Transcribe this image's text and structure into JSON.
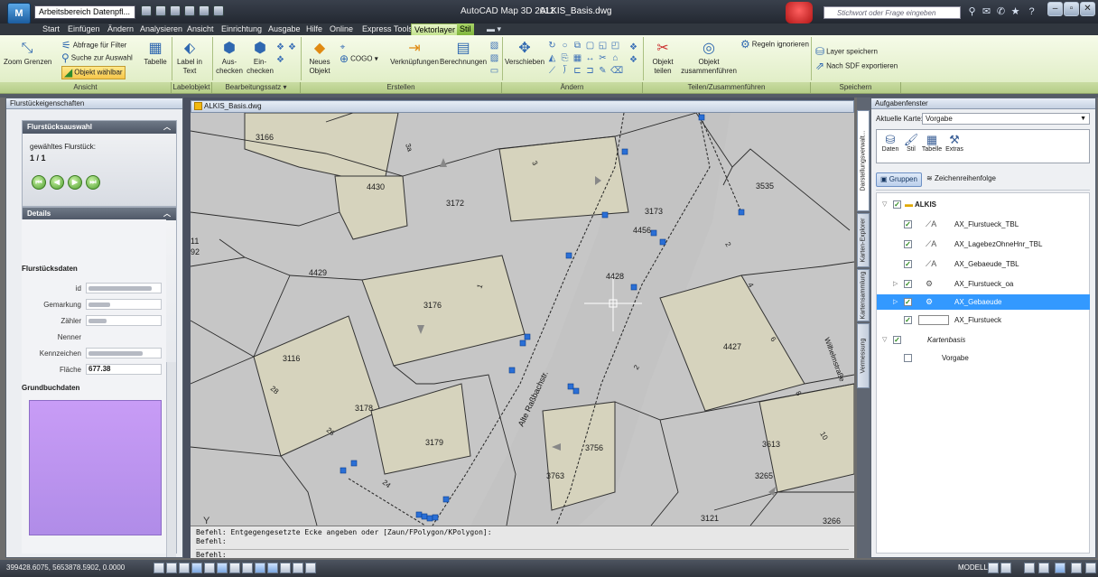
{
  "titlebar": {
    "app_logo": "M",
    "workspace": "Arbeitsbereich Datenpfl...",
    "app_title": "AutoCAD Map 3D 2012",
    "doc_title": "ALKIS_Basis.dwg",
    "search_placeholder": "Stichwort oder Frage eingeben"
  },
  "menu_tabs": [
    "Start",
    "Einfügen",
    "Ändern",
    "Analysieren",
    "Ansicht",
    "Einrichtung",
    "Ausgabe",
    "Hilfe",
    "Online",
    "Express Tools",
    "Vektorlayer",
    "Stil"
  ],
  "ribbon": {
    "ansicht": {
      "zoom": "Zoom Grenzen",
      "filter": "Abfrage für Filter",
      "search": "Suche zur Auswahl",
      "selectable": "Objekt wählbar",
      "table": "Tabelle",
      "group": "Ansicht"
    },
    "labelobjekt": {
      "label_line1": "Label in",
      "label_line2": "Text",
      "group": "Labelobjekt"
    },
    "bearbeitungssatz": {
      "checkout_line1": "Aus-",
      "checkout_line2": "checken",
      "checkin_line1": "Ein-",
      "checkin_line2": "checken",
      "group": "Bearbeitungssatz ▾"
    },
    "erstellen": {
      "new_line1": "Neues",
      "new_line2": "Objekt",
      "cogo": "COGO",
      "connect": "Verknüpfungen",
      "calc": "Berechnungen",
      "group": "Erstellen"
    },
    "aendern": {
      "move": "Verschieben",
      "group": "Ändern"
    },
    "teilen": {
      "split_line1": "Objekt",
      "split_line2": "teilen",
      "merge_line1": "Objekt",
      "merge_line2": "zusammenführen",
      "ignore": "Regeln ignorieren",
      "group": "Teilen/Zusammenführen"
    },
    "speichern": {
      "save_layer": "Layer speichern",
      "export_sdf": "Nach SDF exportieren",
      "group": "Speichern"
    }
  },
  "left_panel": {
    "title": "Flurstückeigenschaften",
    "auswahl": {
      "header": "Flurstücksauswahl",
      "chosen_label": "gewähltes Flurstück:",
      "chosen_value": "1 / 1"
    },
    "details": {
      "header": "Details",
      "section_title": "Flurstücksdaten",
      "labels": {
        "id": "id",
        "gemarkung": "Gemarkung",
        "zaehler": "Zähler",
        "nenner": "Nenner",
        "kennzeichen": "Kennzeichen",
        "flaeche": "Fläche"
      },
      "flaeche_value": "677.38",
      "grundbuch": "Grundbuchdaten"
    }
  },
  "drawing": {
    "tab": "ALKIS_Basis.dwg",
    "parcels": [
      "3166",
      "4430",
      "3172",
      "3173",
      "3535",
      "4456",
      "4428",
      "4429",
      "3176",
      "11",
      "92",
      "4427",
      "3116",
      "3178",
      "3179",
      "3756",
      "3763",
      "3613",
      "3265",
      "3121",
      "3266"
    ],
    "house_numbers": [
      "3a",
      "3",
      "2",
      "4",
      "1",
      "6",
      "2",
      "8",
      "28",
      "26",
      "24",
      "10"
    ],
    "streets": [
      "Alte Raßbachstr.",
      "Wilhelmstraße"
    ],
    "axis_marker": "Y",
    "cmd_line1": "Befehl: Entgegengesetzte Ecke angeben oder [Zaun/FPolygon/KPolygon]:",
    "cmd_line2": "Befehl:",
    "cmd_prompt": "Befehl:"
  },
  "right_panel": {
    "title": "Aufgabenfenster",
    "vertical_tabs": [
      "Darstellungsverwalt...",
      "Karten-Explorer",
      "Kartensammlung",
      "Vermessung"
    ],
    "map_label": "Aktuelle Karte:",
    "map_value": "Vorgabe",
    "tools": [
      "Daten",
      "Stil",
      "Tabelle",
      "Extras"
    ],
    "subtabs": [
      "Gruppen",
      "Zeichenreihenfolge"
    ],
    "layers": [
      {
        "name": "ALKIS",
        "kind": "group",
        "checked": true
      },
      {
        "name": "AX_Flurstueck_TBL",
        "kind": "layer",
        "checked": true
      },
      {
        "name": "AX_LagebezOhneHnr_TBL",
        "kind": "layer",
        "checked": true
      },
      {
        "name": "AX_Gebaeude_TBL",
        "kind": "layer",
        "checked": true
      },
      {
        "name": "AX_Flurstueck_oa",
        "kind": "layer",
        "checked": true
      },
      {
        "name": "AX_Gebaeude",
        "kind": "layer",
        "checked": true,
        "selected": true
      },
      {
        "name": "AX_Flurstueck",
        "kind": "layer",
        "checked": true
      },
      {
        "name": "Kartenbasis",
        "kind": "group",
        "checked": true
      },
      {
        "name": "Vorgabe",
        "kind": "layer",
        "checked": false
      }
    ]
  },
  "statusbar": {
    "coords": "399428.6075, 5653878.5902, 0.0000",
    "mode": "MODELL"
  },
  "colors": {
    "ribbon_bg": "#dcebbf",
    "selection": "#3399ff",
    "map_bg": "#c6c6c6",
    "building": "#d6d3bd",
    "grundbuch_box": "#c89cf6"
  }
}
